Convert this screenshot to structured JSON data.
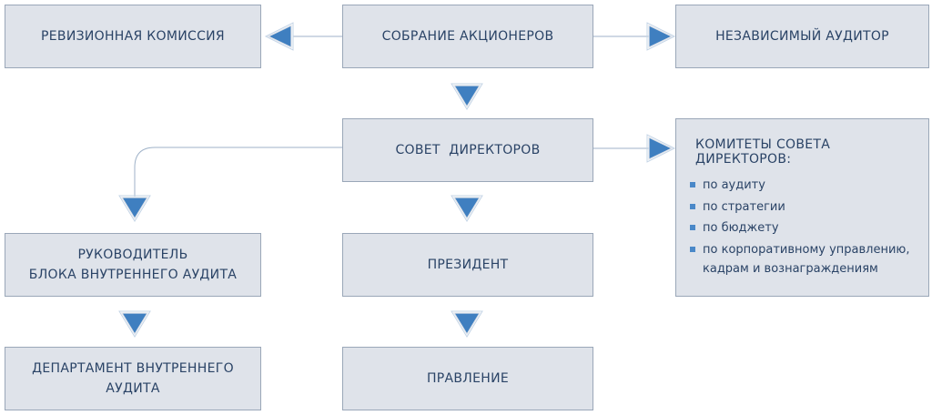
{
  "boxes": {
    "audit_commission": "РЕВИЗИОННАЯ КОМИССИЯ",
    "shareholders": "СОБРАНИЕ АКЦИОНЕРОВ",
    "independent_auditor": "НЕЗАВИСИМЫЙ АУДИТОР",
    "board": "СОВЕТ  ДИРЕКТОРОВ",
    "internal_audit_head_line1": "РУКОВОДИТЕЛЬ",
    "internal_audit_head_line2": "БЛОКА ВНУТРЕННЕГО АУДИТА",
    "president": "ПРЕЗИДЕНТ",
    "internal_audit_dept": "ДЕПАРТАМЕНТ ВНУТРЕННЕГО АУДИТА",
    "management_board": "ПРАВЛЕНИЕ"
  },
  "committees": {
    "title": "КОМИТЕТЫ СОВЕТА ДИРЕКТОРОВ:",
    "items": [
      "по аудиту",
      "по стратегии",
      "по бюджету",
      "по корпоративному управлению,",
      "кадрам и вознаграждениям"
    ]
  },
  "colors": {
    "box_fill": "#dfe3ea",
    "box_border": "#9aa7b8",
    "arrow": "#3f7fc0",
    "text": "#2a4366"
  }
}
